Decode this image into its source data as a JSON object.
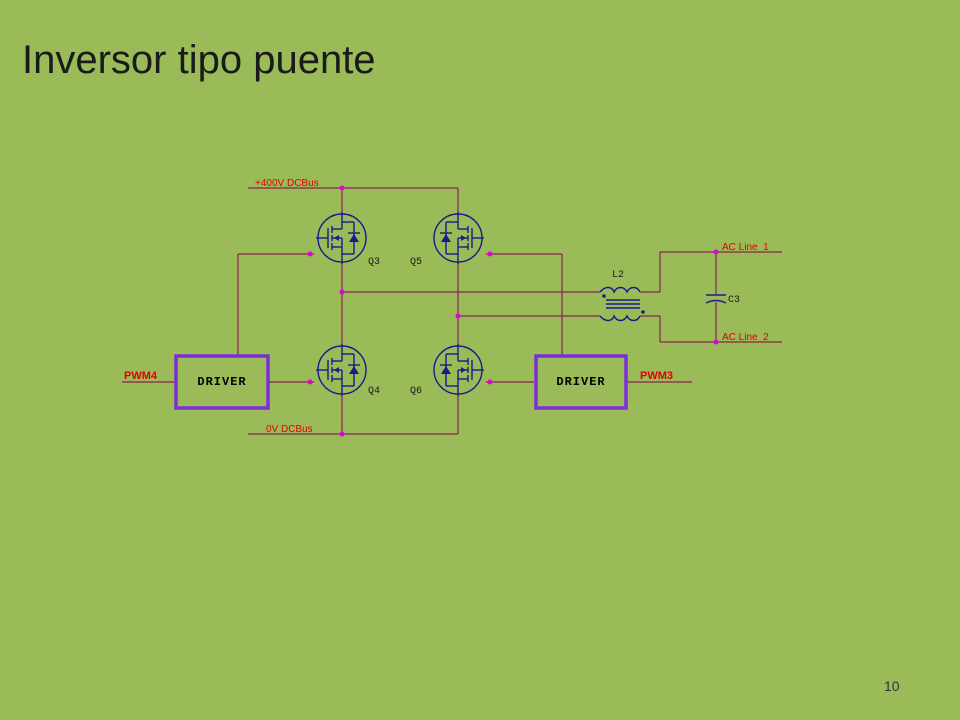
{
  "slide": {
    "title": "Inversor tipo puente",
    "page_number": "10"
  },
  "schematic": {
    "bus_labels": {
      "dc_positive": "+400V DCBus",
      "dc_zero": "0V DCBus",
      "ac_line_1": "AC Line_1",
      "ac_line_2": "AC Line_2"
    },
    "pwm_labels": {
      "left": "PWM4",
      "right": "PWM3"
    },
    "driver_label": "DRIVER",
    "transistors": [
      "Q3",
      "Q5",
      "Q4",
      "Q6"
    ],
    "inductor": "L2",
    "capacitor": "C3",
    "colors": {
      "wire": "#8b2252",
      "symbol": "#1a1a8c",
      "net_label": "#e00000",
      "junction": "#e000e0",
      "driver_border": "#7d2ed8",
      "background": "#9bbb59"
    }
  }
}
